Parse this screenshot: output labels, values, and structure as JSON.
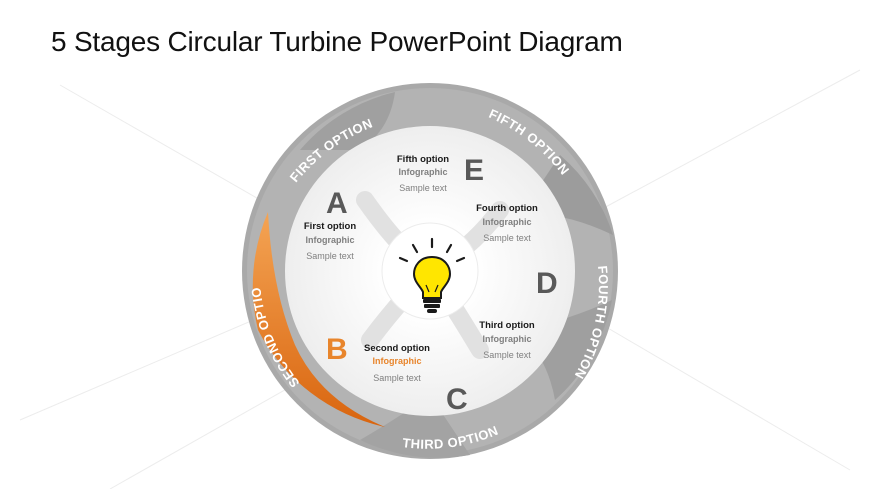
{
  "title": "5 Stages Circular Turbine PowerPoint Diagram",
  "colors": {
    "accent": "#e8852c",
    "ring": "#a8a8a8",
    "letter": "#595959",
    "bulb": "#ffe600"
  },
  "ring_labels": {
    "first": "FIRST OPTION",
    "second": "SECOND OPTION",
    "third": "THIRD OPTION",
    "fourth": "FOURTH OPTION",
    "fifth": "FIFTH OPTION"
  },
  "letters": {
    "a": "A",
    "b": "B",
    "c": "C",
    "d": "D",
    "e": "E"
  },
  "options": {
    "a": {
      "title": "First option",
      "sub": "Infographic",
      "text": "Sample text"
    },
    "b": {
      "title": "Second option",
      "sub": "Infographic",
      "text": "Sample text"
    },
    "c": {
      "title": "Third option",
      "sub": "Infographic",
      "text": "Sample text"
    },
    "d": {
      "title": "Fourth option",
      "sub": "Infographic",
      "text": "Sample text"
    },
    "e": {
      "title": "Fifth option",
      "sub": "Infographic",
      "text": "Sample text"
    }
  },
  "center_icon": "lightbulb-icon"
}
